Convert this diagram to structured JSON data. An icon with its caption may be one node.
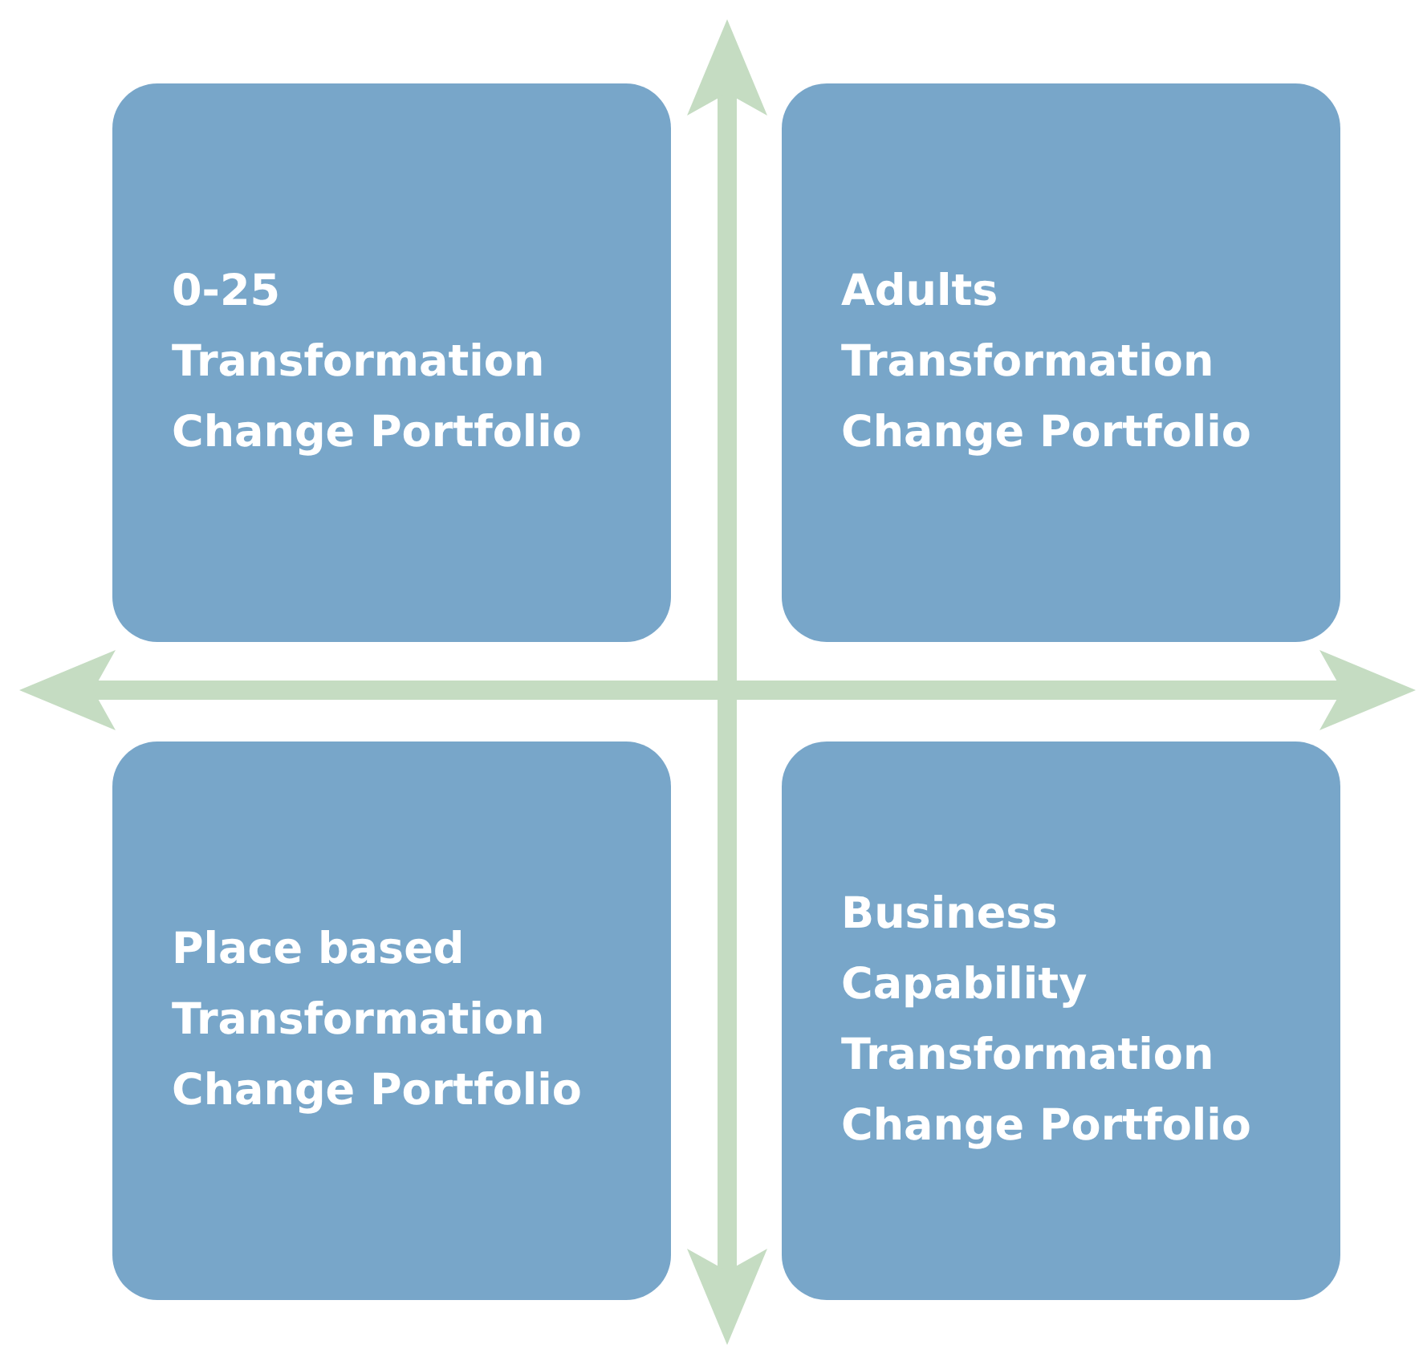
{
  "diagram": {
    "nodes": [
      {
        "text": [
          "0-25 Transformation Change Portfolio"
        ]
      },
      {
        "text": [
          "Adults Transformation Change Portfolio"
        ]
      },
      {
        "text": [
          "Place based Transformation Change Portfolio"
        ]
      },
      {
        "text": [
          "Business Capability Transformation Change Portfolio"
        ]
      }
    ]
  }
}
